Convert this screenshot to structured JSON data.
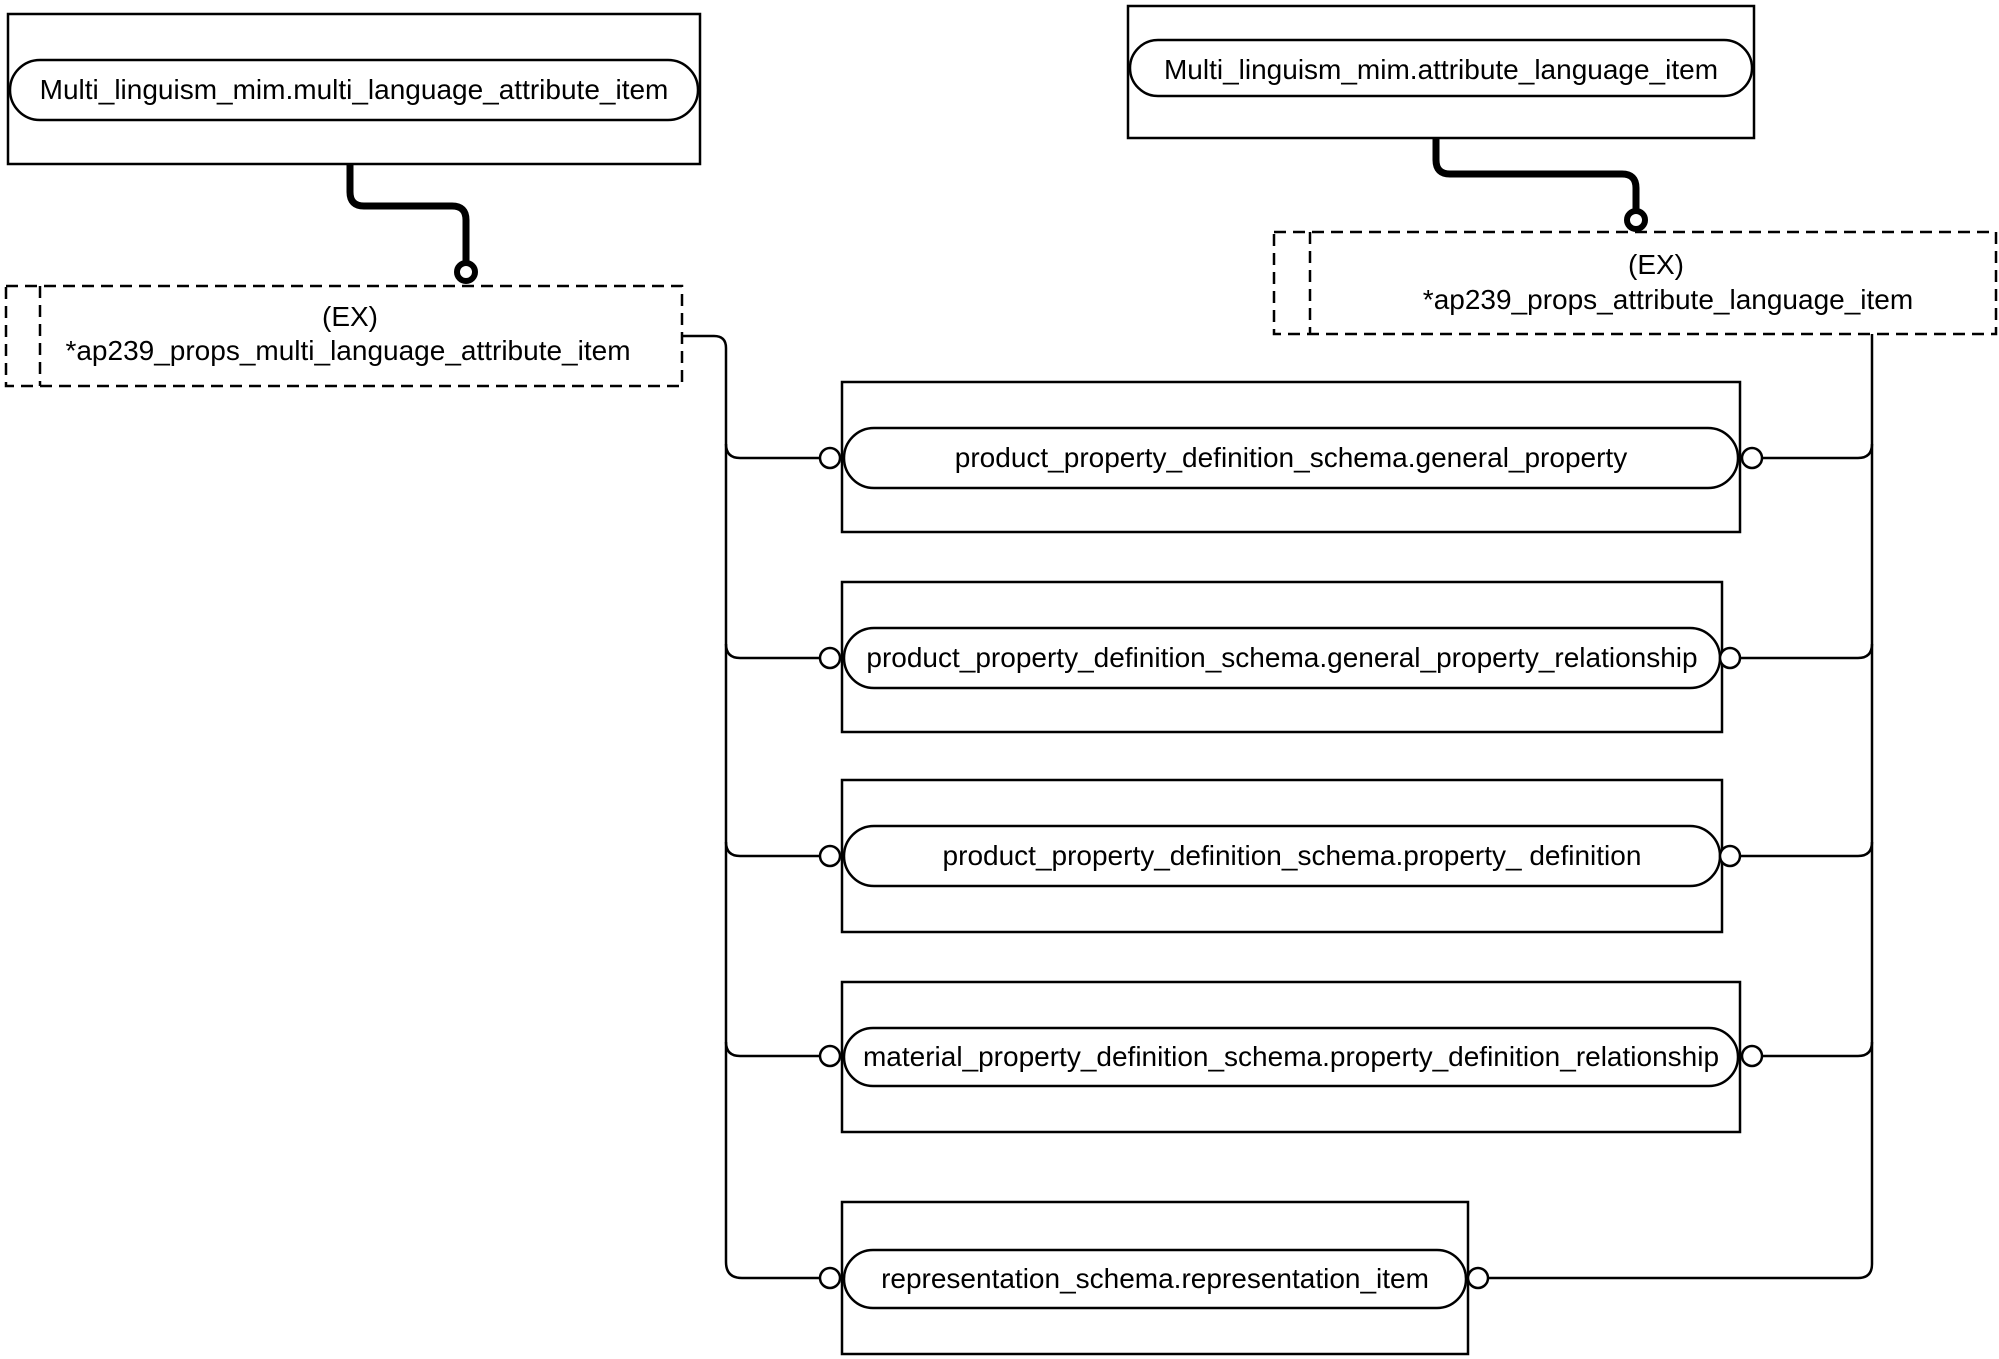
{
  "entities": {
    "multi_language_attribute_item": "Multi_linguism_mim.multi_language_attribute_item",
    "attribute_language_item": "Multi_linguism_mim.attribute_language_item",
    "general_property": "product_property_definition_schema.general_property",
    "general_property_relationship": "product_property_definition_schema.general_property_relationship",
    "property_definition": "product_property_definition_schema.property_ definition",
    "property_definition_relationship": "material_property_definition_schema.property_definition_relationship",
    "representation_item": "representation_schema.representation_item"
  },
  "selects": {
    "multi_language_ex": "(EX)",
    "multi_language": "*ap239_props_multi_language_attribute_item",
    "attribute_language_ex": "(EX)",
    "attribute_language": "*ap239_props_attribute_language_item"
  }
}
